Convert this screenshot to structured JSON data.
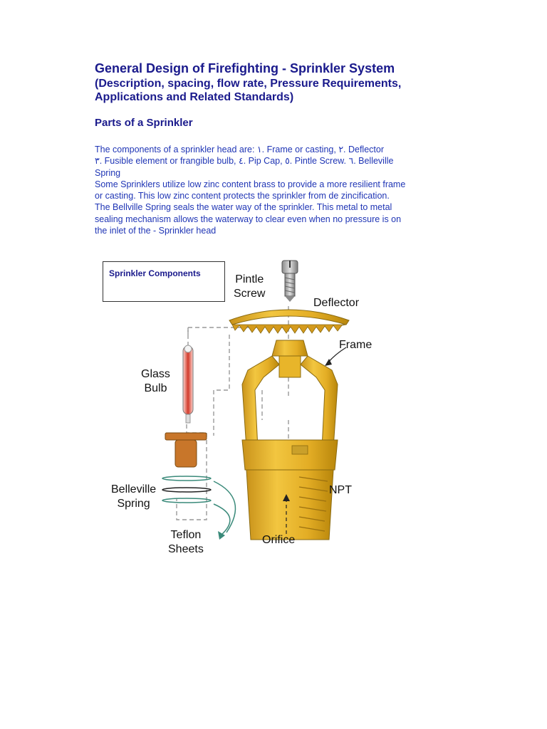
{
  "title": "General Design of Firefighting - Sprinkler System",
  "subtitle_lines": [
    "(Description, spacing, flow rate, Pressure Requirements,",
    "Applications and Related Standards)"
  ],
  "section_heading": "Parts of a Sprinkler",
  "body_lines": [
    "The components of a sprinkler head are: ١. Frame or casting, ٢. Deflector",
    "٣. Fusible element or frangible bulb, ٤. Pip Cap, ٥. Pintle Screw. ٦. Belleville",
    "Spring",
    "Some Sprinklers utilize low zinc content brass to provide a more resilient frame",
    "or casting. This low zinc content protects the sprinkler from de zincification.",
    "The Bellville Spring seals the water way of the sprinkler. This metal to metal",
    "sealing mechanism allows the waterway to clear even when no pressure is on",
    "the inlet of the - Sprinkler head"
  ],
  "figure": {
    "caption": "Sprinkler Components",
    "labels": {
      "pintle_screw": [
        "Pintle",
        "Screw"
      ],
      "deflector": "Deflector",
      "frame": "Frame",
      "glass_bulb": [
        "Glass",
        "Bulb"
      ],
      "belleville_spring": [
        "Belleville",
        "Spring"
      ],
      "npt": "NPT",
      "teflon_sheets": [
        "Teflon",
        "Sheets"
      ],
      "orifice": "Orifice"
    }
  },
  "colors": {
    "heading_navy": "#1a1a8c",
    "body_blue": "#1f35b5",
    "brass_gold": "#e6b022",
    "brass_shadow": "#b8860b",
    "bulb_red": "#c0392b",
    "cap_orange": "#c8762a"
  }
}
